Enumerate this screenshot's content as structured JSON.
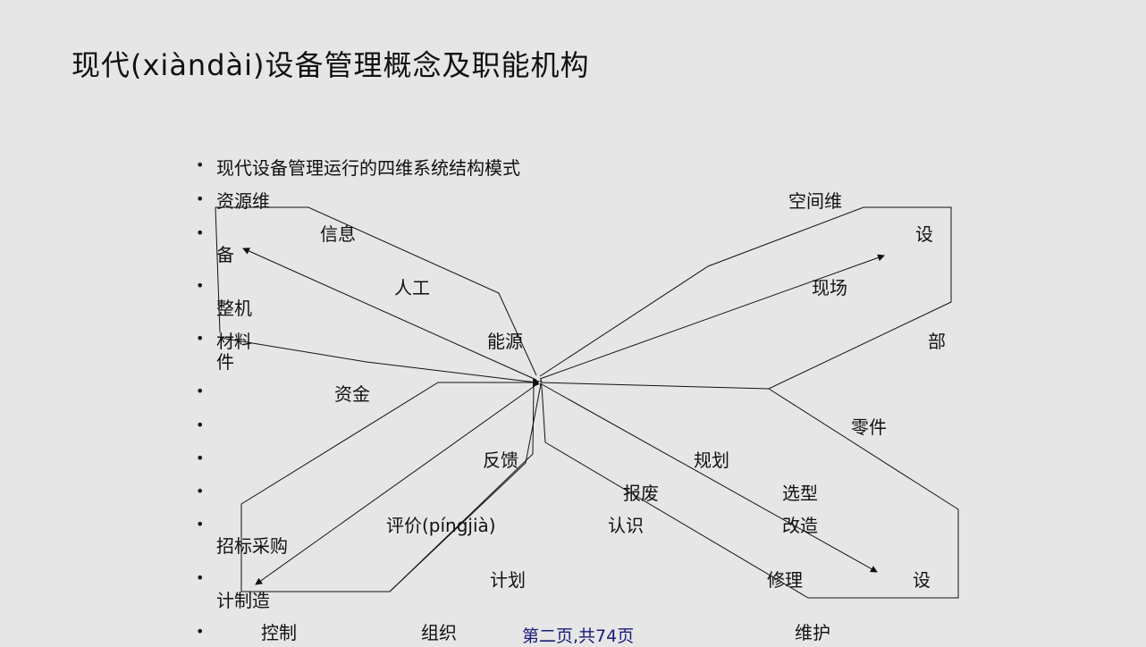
{
  "title": "现代(xiàndài)设备管理概念及职能机构",
  "subtitle": "现代设备管理运行的四维系统结构模式",
  "labels": {
    "resource_dim": "资源维",
    "space_dim": "空间维",
    "info": "信息",
    "manual": "人工",
    "energy": "能源",
    "material": "材料",
    "capital": "资金",
    "feedback": "反馈",
    "evaluation": "评价(píngjià)",
    "plan": "计划",
    "control": "控制",
    "organize": "组织",
    "equipment_left_char": "备",
    "complete_machine": "整机",
    "part_char": "件",
    "bid_purchase": "招标采购",
    "manufacture_plan": "计制造",
    "equipment_right_top": "设",
    "site": "现场",
    "department": "部",
    "spare_parts": "零件",
    "planning": "规划",
    "scrap": "报废",
    "selection": "选型",
    "recognize": "认识",
    "renovate": "改造",
    "repair": "修理",
    "equipment_right_bottom": "设",
    "maintain": "维护"
  },
  "footer": "第二页,共74页",
  "colors": {
    "background": "#e6e6e6",
    "line": "#111111",
    "footer": "#1a1a7a"
  }
}
